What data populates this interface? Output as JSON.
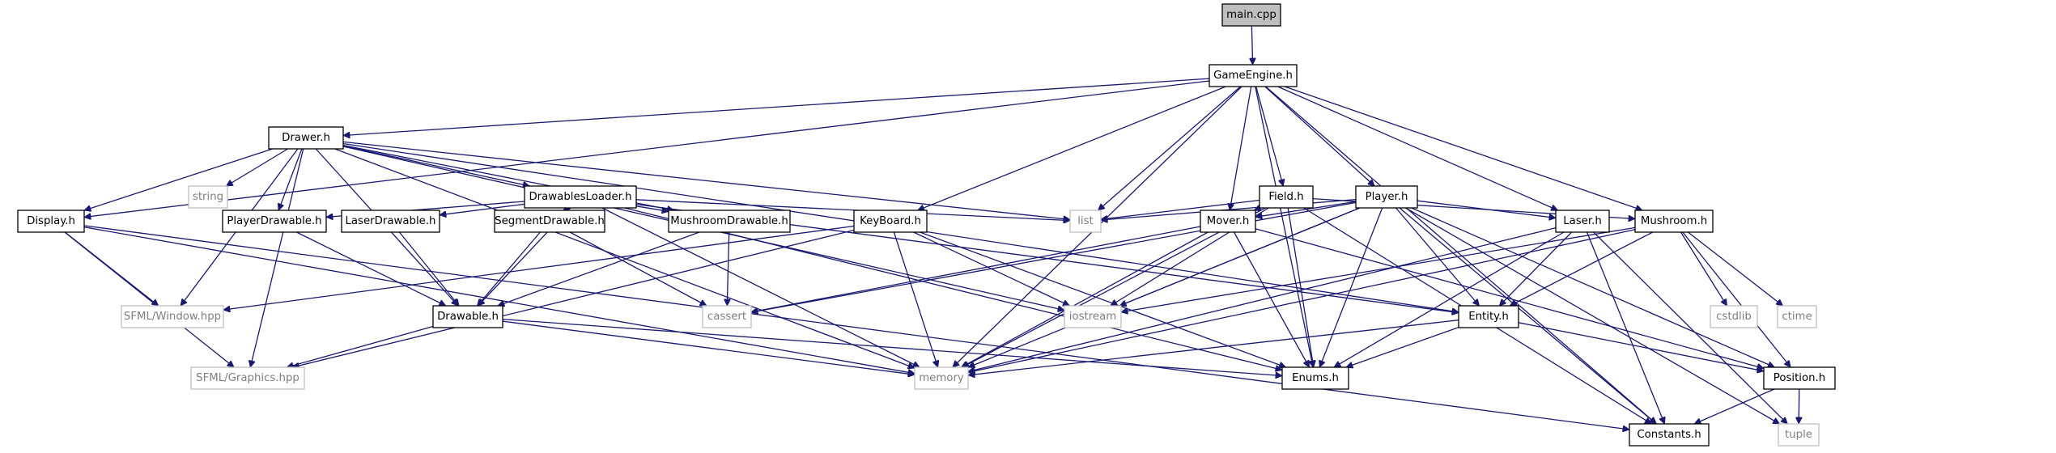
{
  "colors": {
    "edge": "#191970",
    "root_fill": "#bfbfbf",
    "node_border": "#000000",
    "external_border": "#bfbfbf",
    "external_text": "#7f7f7f",
    "text": "#000000",
    "background": "#ffffff"
  },
  "nodes": [
    {
      "id": "main_cpp",
      "label": "main.cpp",
      "kind": "root"
    },
    {
      "id": "gameengine_h",
      "label": "GameEngine.h",
      "kind": "local"
    },
    {
      "id": "drawer_h",
      "label": "Drawer.h",
      "kind": "local"
    },
    {
      "id": "string",
      "label": "string",
      "kind": "external"
    },
    {
      "id": "drawablesloader_h",
      "label": "DrawablesLoader.h",
      "kind": "local"
    },
    {
      "id": "field_h",
      "label": "Field.h",
      "kind": "local"
    },
    {
      "id": "player_h",
      "label": "Player.h",
      "kind": "local"
    },
    {
      "id": "display_h",
      "label": "Display.h",
      "kind": "local"
    },
    {
      "id": "playerdrawable_h",
      "label": "PlayerDrawable.h",
      "kind": "local"
    },
    {
      "id": "laserdrawable_h",
      "label": "LaserDrawable.h",
      "kind": "local"
    },
    {
      "id": "segmentdrawable_h",
      "label": "SegmentDrawable.h",
      "kind": "local"
    },
    {
      "id": "mushroomdrawable_h",
      "label": "MushroomDrawable.h",
      "kind": "local"
    },
    {
      "id": "keyboard_h",
      "label": "KeyBoard.h",
      "kind": "local"
    },
    {
      "id": "list",
      "label": "list",
      "kind": "external"
    },
    {
      "id": "mover_h",
      "label": "Mover.h",
      "kind": "local"
    },
    {
      "id": "laser_h",
      "label": "Laser.h",
      "kind": "local"
    },
    {
      "id": "mushroom_h",
      "label": "Mushroom.h",
      "kind": "local"
    },
    {
      "id": "sfml_window_hpp",
      "label": "SFML/Window.hpp",
      "kind": "external"
    },
    {
      "id": "drawable_h",
      "label": "Drawable.h",
      "kind": "local"
    },
    {
      "id": "cassert",
      "label": "cassert",
      "kind": "external"
    },
    {
      "id": "iostream",
      "label": "iostream",
      "kind": "external"
    },
    {
      "id": "entity_h",
      "label": "Entity.h",
      "kind": "local"
    },
    {
      "id": "cstdlib",
      "label": "cstdlib",
      "kind": "external"
    },
    {
      "id": "ctime",
      "label": "ctime",
      "kind": "external"
    },
    {
      "id": "sfml_graphics_hpp",
      "label": "SFML/Graphics.hpp",
      "kind": "external"
    },
    {
      "id": "memory",
      "label": "memory",
      "kind": "external"
    },
    {
      "id": "enums_h",
      "label": "Enums.h",
      "kind": "local"
    },
    {
      "id": "position_h",
      "label": "Position.h",
      "kind": "local"
    },
    {
      "id": "constants_h",
      "label": "Constants.h",
      "kind": "local"
    },
    {
      "id": "tuple",
      "label": "tuple",
      "kind": "external"
    }
  ],
  "edges": [
    [
      "main_cpp",
      "gameengine_h"
    ],
    [
      "gameengine_h",
      "drawer_h"
    ],
    [
      "gameengine_h",
      "display_h"
    ],
    [
      "gameengine_h",
      "keyboard_h"
    ],
    [
      "gameengine_h",
      "list"
    ],
    [
      "gameengine_h",
      "field_h"
    ],
    [
      "gameengine_h",
      "player_h"
    ],
    [
      "gameengine_h",
      "mover_h"
    ],
    [
      "gameengine_h",
      "laser_h"
    ],
    [
      "gameengine_h",
      "mushroom_h"
    ],
    [
      "gameengine_h",
      "memory"
    ],
    [
      "gameengine_h",
      "enums_h"
    ],
    [
      "gameengine_h",
      "constants_h"
    ],
    [
      "drawer_h",
      "string"
    ],
    [
      "drawer_h",
      "drawablesloader_h"
    ],
    [
      "drawer_h",
      "display_h"
    ],
    [
      "drawer_h",
      "playerdrawable_h"
    ],
    [
      "drawer_h",
      "mushroomdrawable_h"
    ],
    [
      "drawer_h",
      "list"
    ],
    [
      "drawer_h",
      "sfml_window_hpp"
    ],
    [
      "drawer_h",
      "drawable_h"
    ],
    [
      "drawer_h",
      "iostream"
    ],
    [
      "drawer_h",
      "entity_h"
    ],
    [
      "drawer_h",
      "sfml_graphics_hpp"
    ],
    [
      "drawer_h",
      "memory"
    ],
    [
      "drawablesloader_h",
      "playerdrawable_h"
    ],
    [
      "drawablesloader_h",
      "laserdrawable_h"
    ],
    [
      "drawablesloader_h",
      "segmentdrawable_h"
    ],
    [
      "drawablesloader_h",
      "mushroomdrawable_h"
    ],
    [
      "drawablesloader_h",
      "drawable_h"
    ],
    [
      "drawablesloader_h",
      "list"
    ],
    [
      "drawablesloader_h",
      "entity_h"
    ],
    [
      "drawablesloader_h",
      "memory"
    ],
    [
      "drawablesloader_h",
      "enums_h"
    ],
    [
      "display_h",
      "sfml_window_hpp"
    ],
    [
      "display_h",
      "sfml_graphics_hpp"
    ],
    [
      "display_h",
      "memory"
    ],
    [
      "display_h",
      "constants_h"
    ],
    [
      "playerdrawable_h",
      "drawable_h"
    ],
    [
      "laserdrawable_h",
      "drawable_h"
    ],
    [
      "segmentdrawable_h",
      "drawable_h"
    ],
    [
      "segmentdrawable_h",
      "cassert"
    ],
    [
      "mushroomdrawable_h",
      "drawable_h"
    ],
    [
      "mushroomdrawable_h",
      "cassert"
    ],
    [
      "drawable_h",
      "sfml_graphics_hpp"
    ],
    [
      "drawable_h",
      "memory"
    ],
    [
      "drawable_h",
      "enums_h"
    ],
    [
      "keyboard_h",
      "sfml_window_hpp"
    ],
    [
      "keyboard_h",
      "sfml_graphics_hpp"
    ],
    [
      "keyboard_h",
      "iostream"
    ],
    [
      "keyboard_h",
      "memory"
    ],
    [
      "keyboard_h",
      "enums_h"
    ],
    [
      "field_h",
      "list"
    ],
    [
      "field_h",
      "mover_h"
    ],
    [
      "field_h",
      "iostream"
    ],
    [
      "field_h",
      "memory"
    ],
    [
      "field_h",
      "enums_h"
    ],
    [
      "field_h",
      "constants_h"
    ],
    [
      "field_h",
      "mushroom_h"
    ],
    [
      "player_h",
      "list"
    ],
    [
      "player_h",
      "mover_h"
    ],
    [
      "player_h",
      "laser_h"
    ],
    [
      "player_h",
      "entity_h"
    ],
    [
      "player_h",
      "position_h"
    ],
    [
      "player_h",
      "cassert"
    ],
    [
      "player_h",
      "iostream"
    ],
    [
      "player_h",
      "memory"
    ],
    [
      "player_h",
      "enums_h"
    ],
    [
      "player_h",
      "constants_h"
    ],
    [
      "player_h",
      "tuple"
    ],
    [
      "mover_h",
      "cassert"
    ],
    [
      "mover_h",
      "memory"
    ],
    [
      "mover_h",
      "enums_h"
    ],
    [
      "mover_h",
      "position_h"
    ],
    [
      "laser_h",
      "entity_h"
    ],
    [
      "laser_h",
      "memory"
    ],
    [
      "laser_h",
      "enums_h"
    ],
    [
      "laser_h",
      "constants_h"
    ],
    [
      "laser_h",
      "tuple"
    ],
    [
      "mushroom_h",
      "entity_h"
    ],
    [
      "mushroom_h",
      "iostream"
    ],
    [
      "mushroom_h",
      "cstdlib"
    ],
    [
      "mushroom_h",
      "ctime"
    ],
    [
      "mushroom_h",
      "memory"
    ],
    [
      "mushroom_h",
      "position_h"
    ],
    [
      "entity_h",
      "memory"
    ],
    [
      "entity_h",
      "enums_h"
    ],
    [
      "entity_h",
      "position_h"
    ],
    [
      "position_h",
      "constants_h"
    ],
    [
      "position_h",
      "tuple"
    ]
  ]
}
